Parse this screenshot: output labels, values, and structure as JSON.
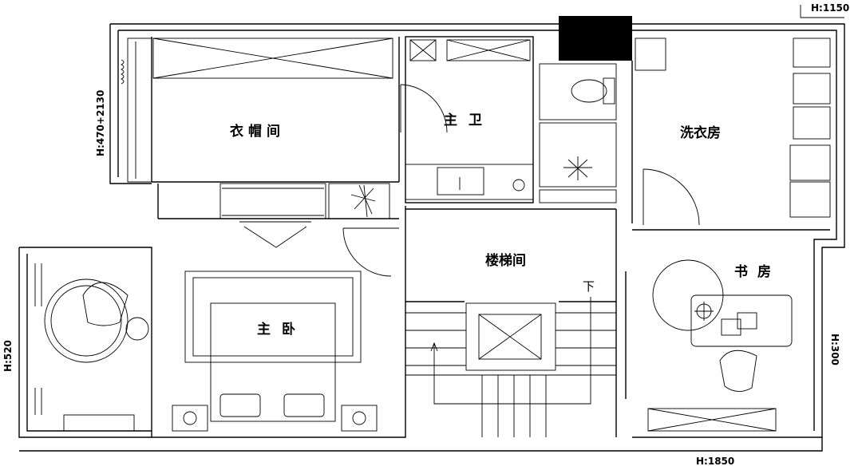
{
  "rooms": {
    "cloakroom": "衣帽间",
    "master_bath": "主卫",
    "laundry": "洗衣房",
    "stairwell": "楼梯间",
    "stair_direction": "下",
    "master_bedroom": "主卧",
    "study": "书房"
  },
  "dimensions": {
    "left_window": "H:470+2130",
    "top_right": "H:1150",
    "left_balcony": "H:520",
    "right_study": "H:300",
    "bottom": "H:1850"
  }
}
